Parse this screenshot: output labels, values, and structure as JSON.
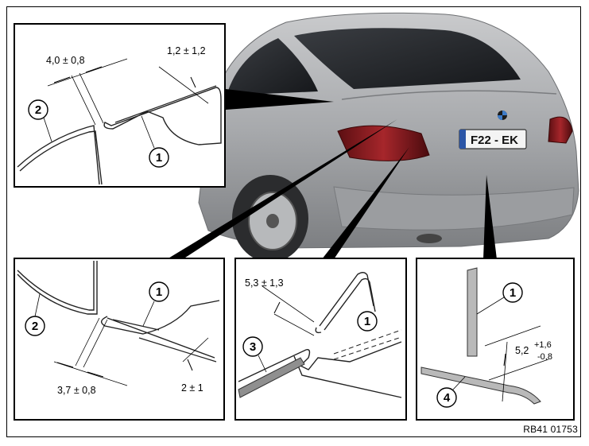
{
  "plate": "F22 - EK",
  "doc_id": "RB41 01753",
  "callouts": {
    "detail_a": {
      "c1": "1",
      "c2": "2",
      "dim_gap": "4,0 ± 0,8",
      "dim_flush": "1,2 ± 1,2"
    },
    "detail_b": {
      "c1": "1",
      "c2": "2",
      "dim_gap": "3,7 ± 0,8",
      "dim_flush": "2 ± 1"
    },
    "detail_c": {
      "c1": "1",
      "c3": "3",
      "dim_gap": "5,3 ± 1,3"
    },
    "detail_d": {
      "c1": "1",
      "c4": "4",
      "dim_main": "5,2",
      "dim_plus": "+1,6",
      "dim_minus": "-0,8"
    }
  },
  "colors": {
    "car_body": "#a9abae",
    "taillight": "#7a1a1e",
    "panel_border": "#000000"
  }
}
